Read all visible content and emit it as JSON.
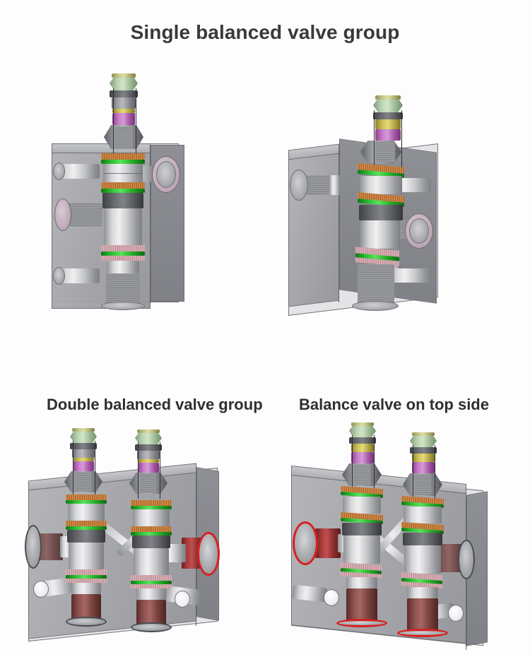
{
  "document": {
    "kind": "technical-product-illustration",
    "background_color": "#fdfdfd",
    "text_color": "#39393b"
  },
  "main_title": "Single balanced valve group",
  "figures": [
    {
      "id": "single-balanced-valve-front",
      "caption": "",
      "position": "top-left",
      "description": "Transparent hydraulic manifold block with one vertical balanced cartridge valve, front view"
    },
    {
      "id": "single-balanced-valve-rotated",
      "caption": "",
      "position": "top-right",
      "description": "Transparent hydraulic manifold block with one vertical balanced cartridge valve, rotated view"
    },
    {
      "id": "double-balanced-valve-group",
      "caption": "Double balanced valve group",
      "position": "bottom-left",
      "description": "Transparent manifold block with two balanced cartridge valves and red sealed ports"
    },
    {
      "id": "balance-valve-on-top-side",
      "caption": "Balance valve on top side",
      "position": "bottom-right",
      "description": "Transparent manifold block with two balanced cartridge valves mounted on the top side"
    }
  ],
  "captions": {
    "double": "Double balanced valve group",
    "top_side": "Balance valve on top side"
  },
  "palette": {
    "body_steel": "#c9cacd",
    "block_gray": "#a9aaae",
    "oring_green": "#2fc234",
    "cap_olive": "#cfc45c",
    "cap_green": "#bcd3b2",
    "spool_magenta": "#c87ec8",
    "seal_pink": "#c3aebd",
    "port_red": "#d81f1f",
    "port_maroon": "#8e5350",
    "copper_band": "#c9762f",
    "edge_line": "#5f6166"
  }
}
